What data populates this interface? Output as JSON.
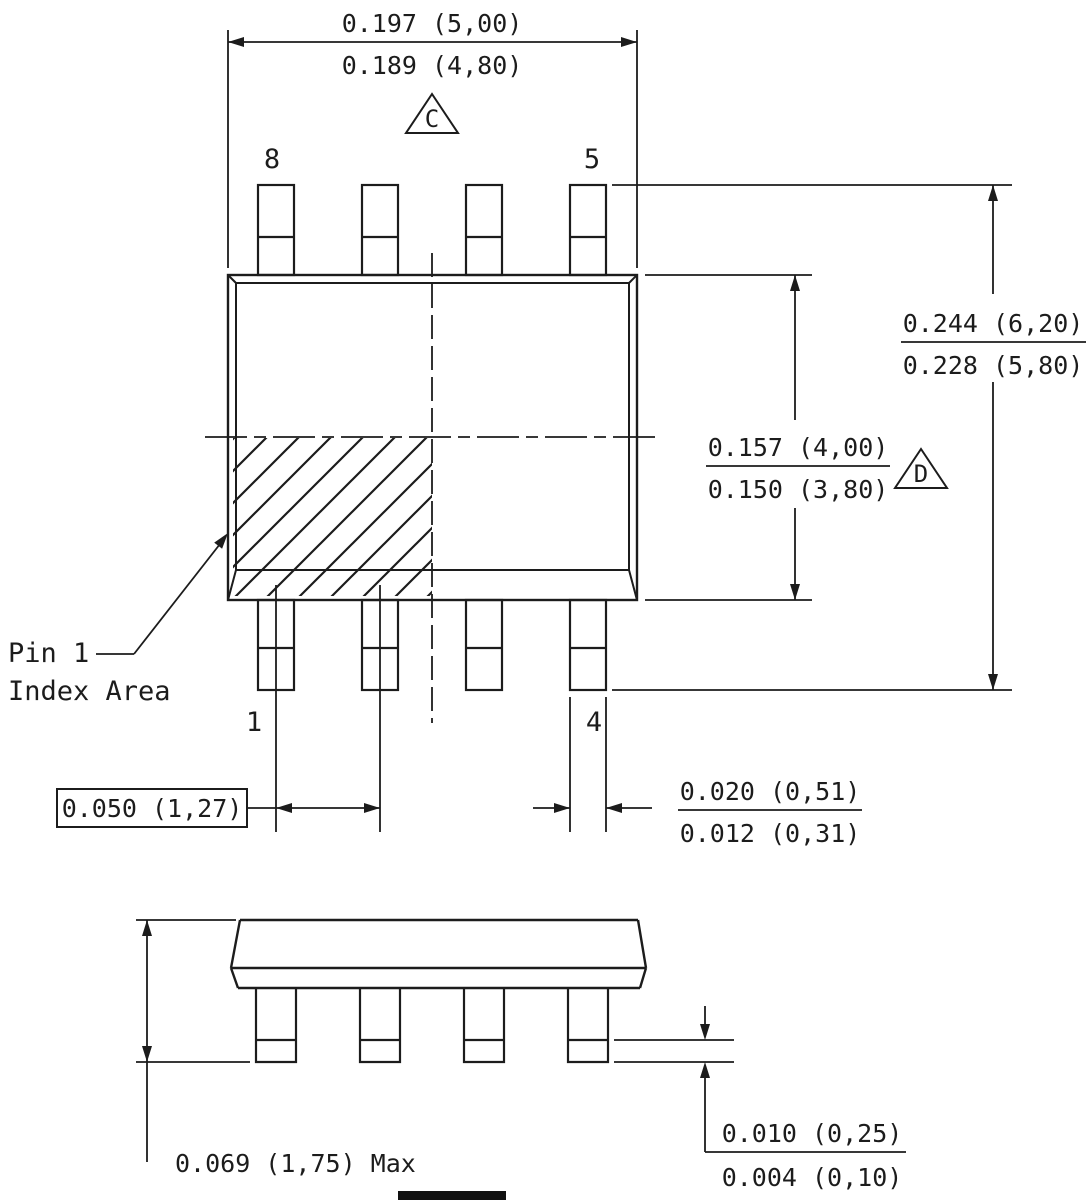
{
  "drawing": {
    "pin_numbers": {
      "top_left": "8",
      "top_right": "5",
      "bottom_left": "1",
      "bottom_right": "4"
    },
    "datum_c": "C",
    "datum_d": "D",
    "pin1_callout_line1": "Pin 1",
    "pin1_callout_line2": "Index Area",
    "dim_body_length_max": "0.197 (5,00)",
    "dim_body_length_min": "0.189 (4,80)",
    "dim_overall_width_max": "0.244 (6,20)",
    "dim_overall_width_min": "0.228 (5,80)",
    "dim_body_width_max": "0.157 (4,00)",
    "dim_body_width_min": "0.150 (3,80)",
    "dim_pitch": "0.050 (1,27)",
    "dim_lead_width_max": "0.020 (0,51)",
    "dim_lead_width_min": "0.012 (0,31)",
    "dim_height_max": "0.069 (1,75) Max",
    "dim_standoff_max": "0.010 (0,25)",
    "dim_standoff_min": "0.004 (0,10)",
    "line_color": "#1c1c1c"
  }
}
